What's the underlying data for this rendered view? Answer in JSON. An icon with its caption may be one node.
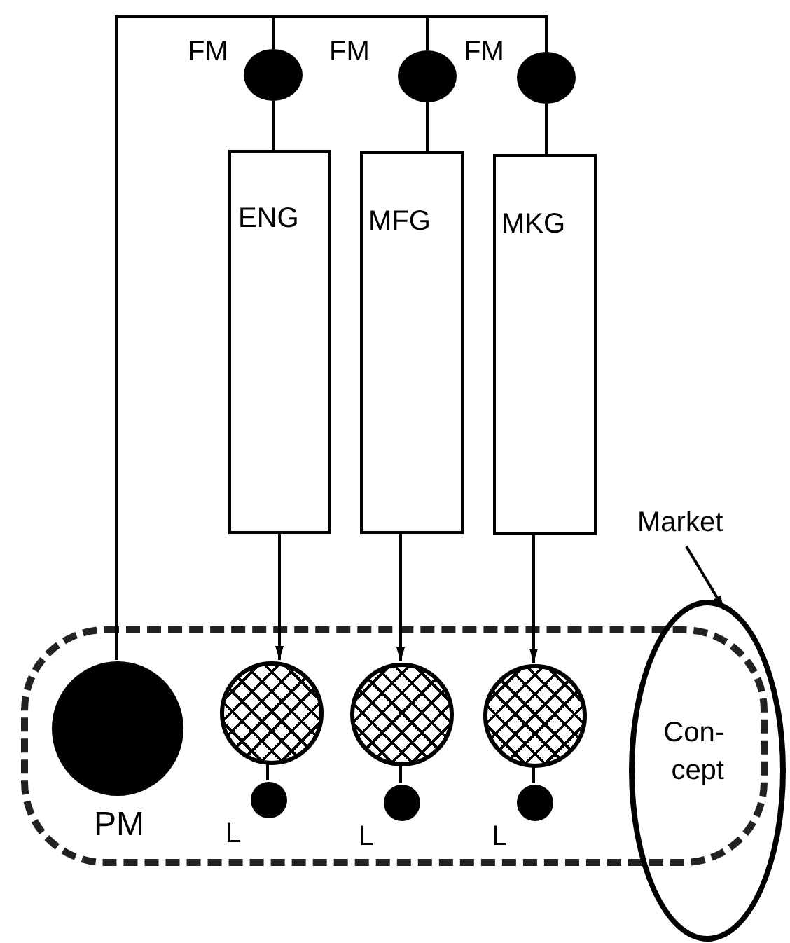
{
  "diagram": {
    "nodes": [
      {
        "text": [],
        "shape": "box"
      },
      {
        "text": [
          "PM"
        ],
        "in": 0
      },
      {
        "text": [],
        "shape": "circle",
        "in": 0
      },
      {
        "text": [],
        "shape": "circle",
        "in": 0
      },
      {
        "text": [],
        "shape": "circle",
        "in": 0
      },
      {
        "text": [
          "L"
        ],
        "in": 0
      },
      {
        "text": [
          "L"
        ],
        "in": 0
      },
      {
        "text": [
          "L"
        ],
        "in": 0
      },
      {
        "text": [
          "FM"
        ]
      },
      {
        "text": [
          "FM"
        ]
      },
      {
        "text": [
          "FM"
        ]
      },
      {
        "text": [
          "ENG"
        ]
      },
      {
        "text": [
          "MFG"
        ]
      },
      {
        "text": [
          "MKG"
        ]
      },
      {
        "text": [
          "Con- cept"
        ]
      },
      {
        "text": [
          "Market"
        ]
      }
    ],
    "edges": [
      {
        "from": 1,
        "to": 8,
        "arrow": "none"
      },
      {
        "from": 1,
        "to": 9,
        "arrow": "none"
      },
      {
        "from": 1,
        "to": 10,
        "arrow": "none"
      },
      {
        "from": 8,
        "to": 11,
        "arrow": "none"
      },
      {
        "from": 9,
        "to": 12,
        "arrow": "none"
      },
      {
        "from": 10,
        "to": 13,
        "arrow": "none"
      },
      {
        "from": 11,
        "to": 2,
        "arrow": "to"
      },
      {
        "from": 12,
        "to": 3,
        "arrow": "to"
      },
      {
        "from": 13,
        "to": 4,
        "arrow": "to"
      },
      {
        "from": 2,
        "to": 5,
        "arrow": "none"
      },
      {
        "from": 3,
        "to": 6,
        "arrow": "none"
      },
      {
        "from": 4,
        "to": 7,
        "arrow": "none"
      },
      {
        "from": 15,
        "to": 14,
        "arrow": "to"
      }
    ]
  }
}
